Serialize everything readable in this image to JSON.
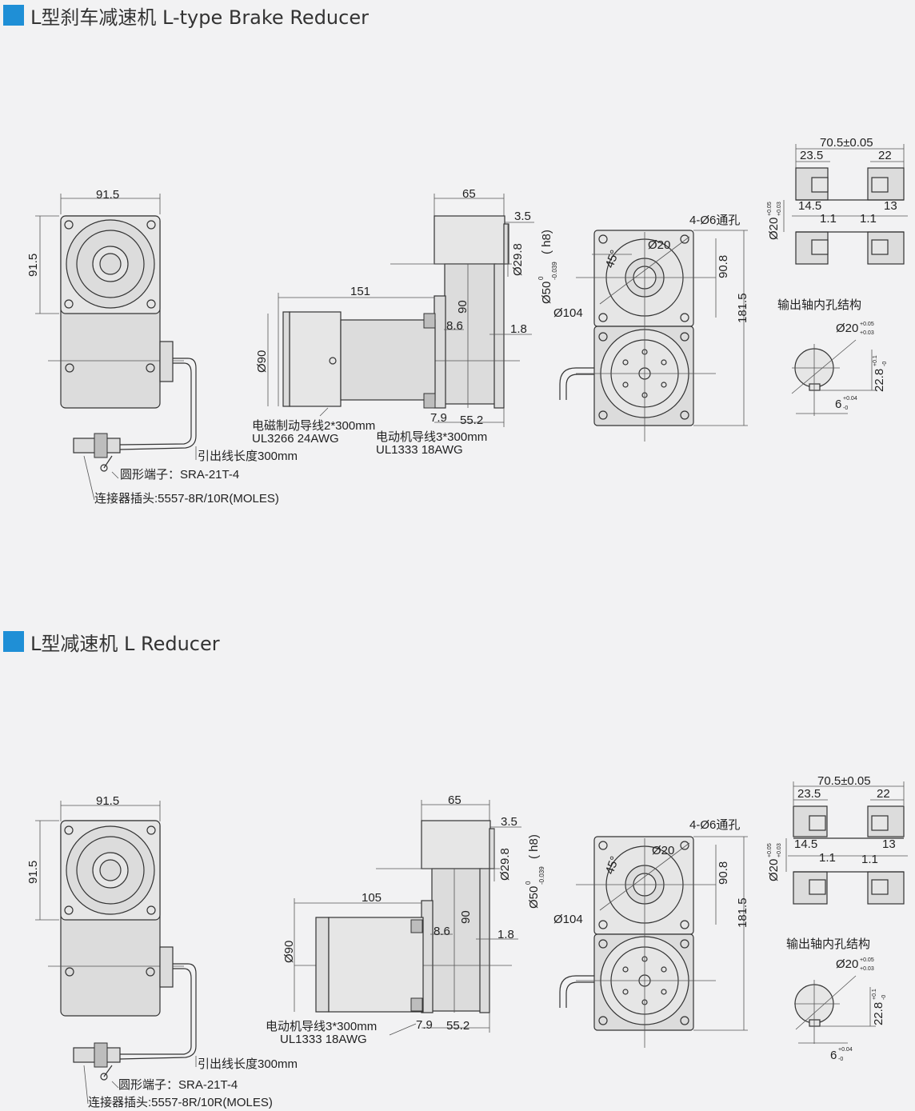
{
  "section1": {
    "title": "L型刹车减速机 L-type Brake Reducer",
    "dims": {
      "d91_5_top": "91.5",
      "d91_5_side": "91.5",
      "d65": "65",
      "d3_5": "3.5",
      "d151": "151",
      "d90": "90",
      "d8_6": "8.6",
      "d1_8": "1.8",
      "d29_8": "Ø29.8",
      "d50": "Ø50",
      "d50_tol": "0",
      "d50_tol2": "-0.039",
      "d50_h8": "( h8)",
      "dia90": "Ø90",
      "d7_9": "7.9",
      "d55_2": "55.2",
      "holes": "4-Ø6通孔",
      "d20": "Ø20",
      "d45": "45°",
      "d90_8": "90.8",
      "d104": "Ø104",
      "d181_5": "181.5",
      "s70_5": "70.5±0.05",
      "s23_5": "23.5",
      "s22": "22",
      "s14_5": "14.5",
      "s13": "13",
      "s1_1a": "1.1",
      "s1_1b": "1.1",
      "s20": "Ø20",
      "s20_tol1": "+0.05",
      "s20_tol2": "+0.03",
      "bore_title": "输出轴内孔结构",
      "b20": "Ø20",
      "b20_tol1": "+0.05",
      "b20_tol2": "+0.03",
      "b22_8": "22.8",
      "b22_tol1": "+0.1",
      "b22_tol2": "-0",
      "b6": "6",
      "b6_tol1": "+0.04",
      "b6_tol2": "-0"
    },
    "notes": {
      "brake_wire": "电磁制动导线2*300mm",
      "brake_wire_spec": "UL3266  24AWG",
      "motor_wire": "电动机导线3*300mm",
      "motor_wire_spec": "UL1333  18AWG",
      "lead_length": "引出线长度300mm",
      "terminal": "圆形端子：SRA-21T-4",
      "connector": "连接器插头:5557-8R/10R(MOLES)"
    }
  },
  "section2": {
    "title": "L型减速机 L Reducer",
    "dims": {
      "d91_5_top": "91.5",
      "d91_5_side": "91.5",
      "d65": "65",
      "d3_5": "3.5",
      "d105": "105",
      "d90": "90",
      "d8_6": "8.6",
      "d1_8": "1.8",
      "d29_8": "Ø29.8",
      "d50": "Ø50",
      "d50_tol": "0",
      "d50_tol2": "-0.039",
      "d50_h8": "( h8)",
      "dia90": "Ø90",
      "d7_9": "7.9",
      "d55_2": "55.2",
      "holes": "4-Ø6通孔",
      "d20": "Ø20",
      "d45": "45°",
      "d90_8": "90.8",
      "d104": "Ø104",
      "d181_5": "181.5",
      "s70_5": "70.5±0.05",
      "s23_5": "23.5",
      "s22": "22",
      "s14_5": "14.5",
      "s13": "13",
      "s1_1a": "1.1",
      "s1_1b": "1.1",
      "s20": "Ø20",
      "s20_tol1": "+0.05",
      "s20_tol2": "+0.03",
      "bore_title": "输出轴内孔结构",
      "b20": "Ø20",
      "b20_tol1": "+0.05",
      "b20_tol2": "+0.03",
      "b22_8": "22.8",
      "b22_tol1": "+0.1",
      "b22_tol2": "-0",
      "b6": "6",
      "b6_tol1": "+0.04",
      "b6_tol2": "-0"
    },
    "notes": {
      "motor_wire": "电动机导线3*300mm",
      "motor_wire_spec": "UL1333  18AWG",
      "lead_length": "引出线长度300mm",
      "terminal": "圆形端子：SRA-21T-4",
      "connector": "连接器插头:5557-8R/10R(MOLES)"
    }
  }
}
